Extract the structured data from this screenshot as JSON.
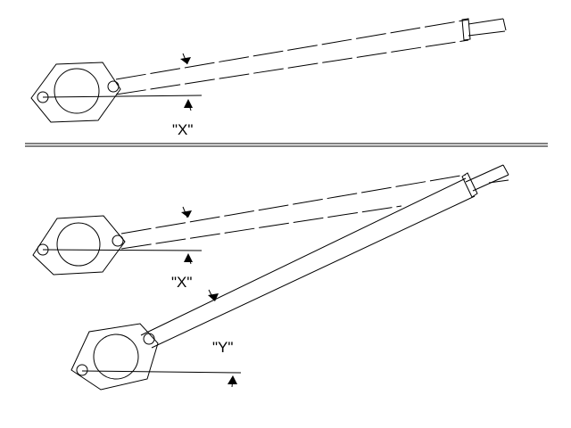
{
  "labels": {
    "top_x": "\"X\"",
    "bottom_x": "\"X\"",
    "bottom_y": "\"Y\""
  },
  "colors": {
    "line": "#000000",
    "background": "#ffffff"
  }
}
